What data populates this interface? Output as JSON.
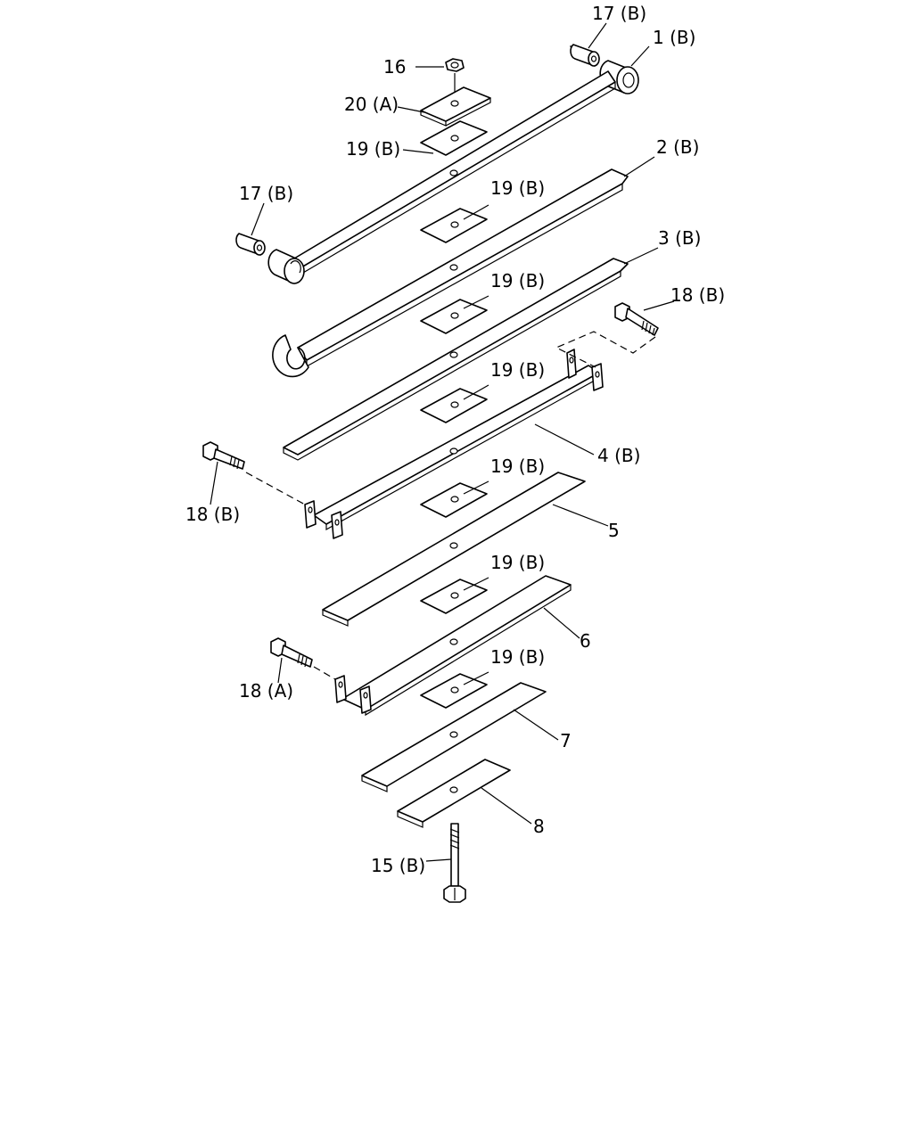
{
  "labels": {
    "p17b_top": "17 (B)",
    "p1b": "1 (B)",
    "p16": "16",
    "p20a": "20 (A)",
    "p19b_1": "19 (B)",
    "p2b": "2 (B)",
    "p17b_left": "17 (B)",
    "p19b_2": "19 (B)",
    "p3b": "3 (B)",
    "p19b_3": "19 (B)",
    "p18b_right": "18 (B)",
    "p19b_4": "19 (B)",
    "p4b": "4 (B)",
    "p18b_left": "18 (B)",
    "p19b_5": "19 (B)",
    "p5": "5",
    "p19b_6": "19 (B)",
    "p6": "6",
    "p18a": "18 (A)",
    "p19b_7": "19 (B)",
    "p7": "7",
    "p8": "8",
    "p15b": "15 (B)"
  }
}
